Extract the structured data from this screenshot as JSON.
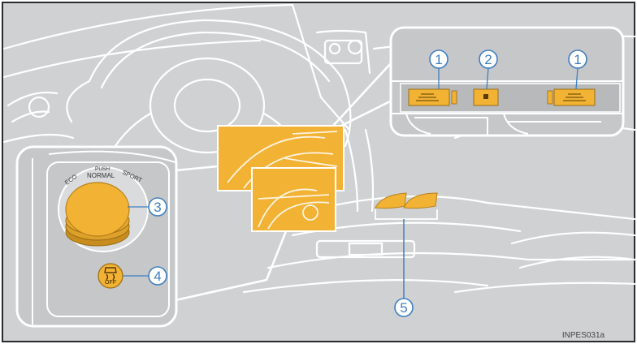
{
  "figure": {
    "code": "INPES031a",
    "background": "#cfd1d3",
    "highlight": "#f2b233",
    "callout_color": "#3f7fc0"
  },
  "callouts": [
    {
      "id": "1a",
      "label": "1"
    },
    {
      "id": "2",
      "label": "2"
    },
    {
      "id": "1b",
      "label": "1"
    },
    {
      "id": "3",
      "label": "3"
    },
    {
      "id": "4",
      "label": "4"
    },
    {
      "id": "5",
      "label": "5"
    }
  ],
  "drive_mode_dial": {
    "eco": "ECO",
    "push": "PUSH",
    "normal": "NORMAL",
    "sport": "SPORT"
  },
  "vsc_button": {
    "off": "OFF"
  }
}
